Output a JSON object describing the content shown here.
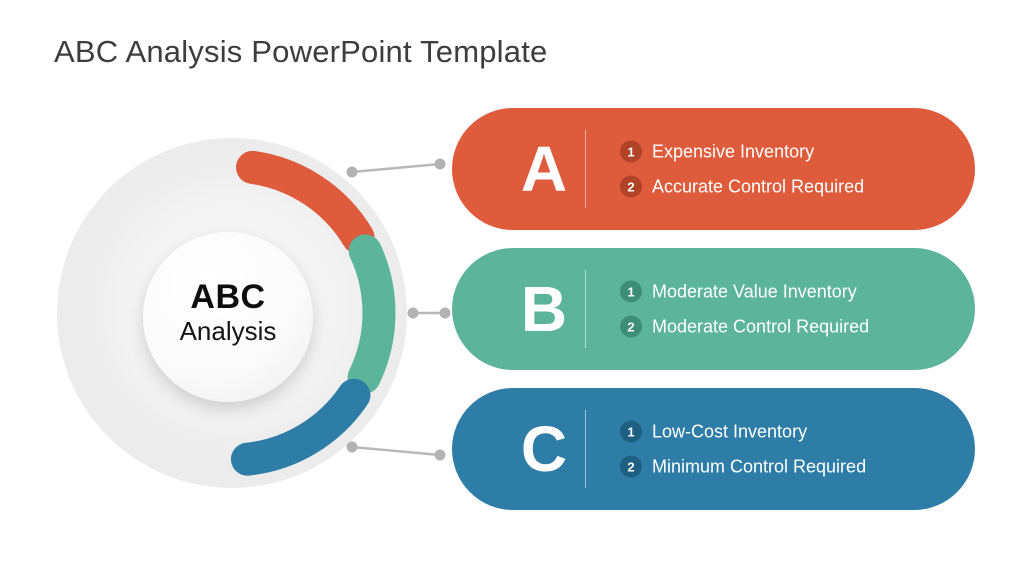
{
  "slide": {
    "title": "ABC Analysis PowerPoint Template"
  },
  "diagram": {
    "center_title": "ABC",
    "center_subtitle": "Analysis",
    "wheel_color": "#ededed",
    "connector_color": "#b5b5b5"
  },
  "cards": [
    {
      "letter": "A",
      "color": "#DE5B3C",
      "badge_color": "#B04227",
      "items": [
        {
          "num": "1",
          "label": "Expensive Inventory"
        },
        {
          "num": "2",
          "label": "Accurate Control Required"
        }
      ]
    },
    {
      "letter": "B",
      "color": "#5CB49B",
      "badge_color": "#3E8E77",
      "items": [
        {
          "num": "1",
          "label": "Moderate Value Inventory"
        },
        {
          "num": "2",
          "label": "Moderate Control Required"
        }
      ]
    },
    {
      "letter": "C",
      "color": "#2E7DA7",
      "badge_color": "#1E5F82",
      "items": [
        {
          "num": "1",
          "label": "Low-Cost Inventory"
        },
        {
          "num": "2",
          "label": "Minimum Control Required"
        }
      ]
    }
  ]
}
